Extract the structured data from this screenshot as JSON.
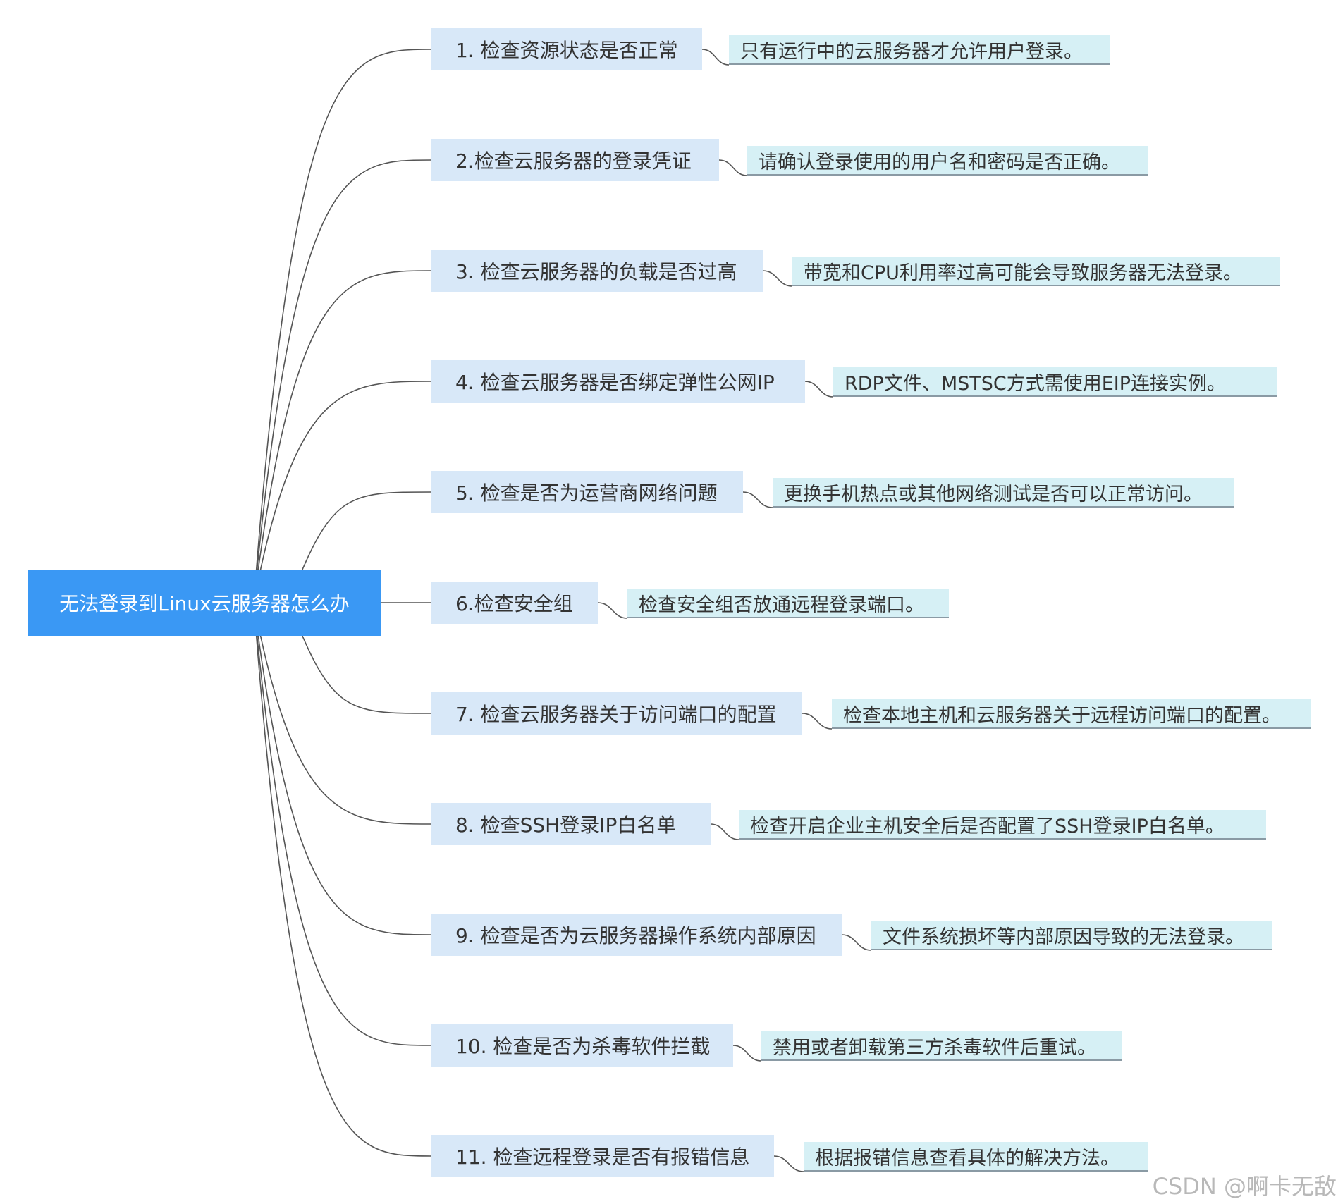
{
  "root": {
    "label": "无法登录到Linux云服务器怎么办"
  },
  "branches": [
    {
      "label": "1. 检查资源状态是否正常",
      "note": "只有运行中的云服务器才允许用户登录。"
    },
    {
      "label": "2.检查云服务器的登录凭证",
      "note": "请确认登录使用的用户名和密码是否正确。"
    },
    {
      "label": "3. 检查云服务器的负载是否过高",
      "note": "带宽和CPU利用率过高可能会导致服务器无法登录。"
    },
    {
      "label": "4. 检查云服务器是否绑定弹性公网IP",
      "note": "RDP文件、MSTSC方式需使用EIP连接实例。"
    },
    {
      "label": "5. 检查是否为运营商网络问题",
      "note": "更换手机热点或其他网络测试是否可以正常访问。"
    },
    {
      "label": "6.检查安全组",
      "note": "检查安全组否放通远程登录端口。"
    },
    {
      "label": "7. 检查云服务器关于访问端口的配置",
      "note": "检查本地主机和云服务器关于远程访问端口的配置。"
    },
    {
      "label": "8. 检查SSH登录IP白名单",
      "note": "检查开启企业主机安全后是否配置了SSH登录IP白名单。"
    },
    {
      "label": "9. 检查是否为云服务器操作系统内部原因",
      "note": "文件系统损坏等内部原因导致的无法登录。"
    },
    {
      "label": "10. 检查是否为杀毒软件拦截",
      "note": "禁用或者卸载第三方杀毒软件后重试。"
    },
    {
      "label": "11.  检查远程登录是否有报错信息",
      "note": "根据报错信息查看具体的解决方法。"
    }
  ],
  "watermark": "CSDN @啊卡无敌",
  "colors": {
    "root_fill": "#3a98f4",
    "branch_fill": "#d8e8f8",
    "leaf_fill": "#d6f0f5",
    "connector": "#555555"
  }
}
